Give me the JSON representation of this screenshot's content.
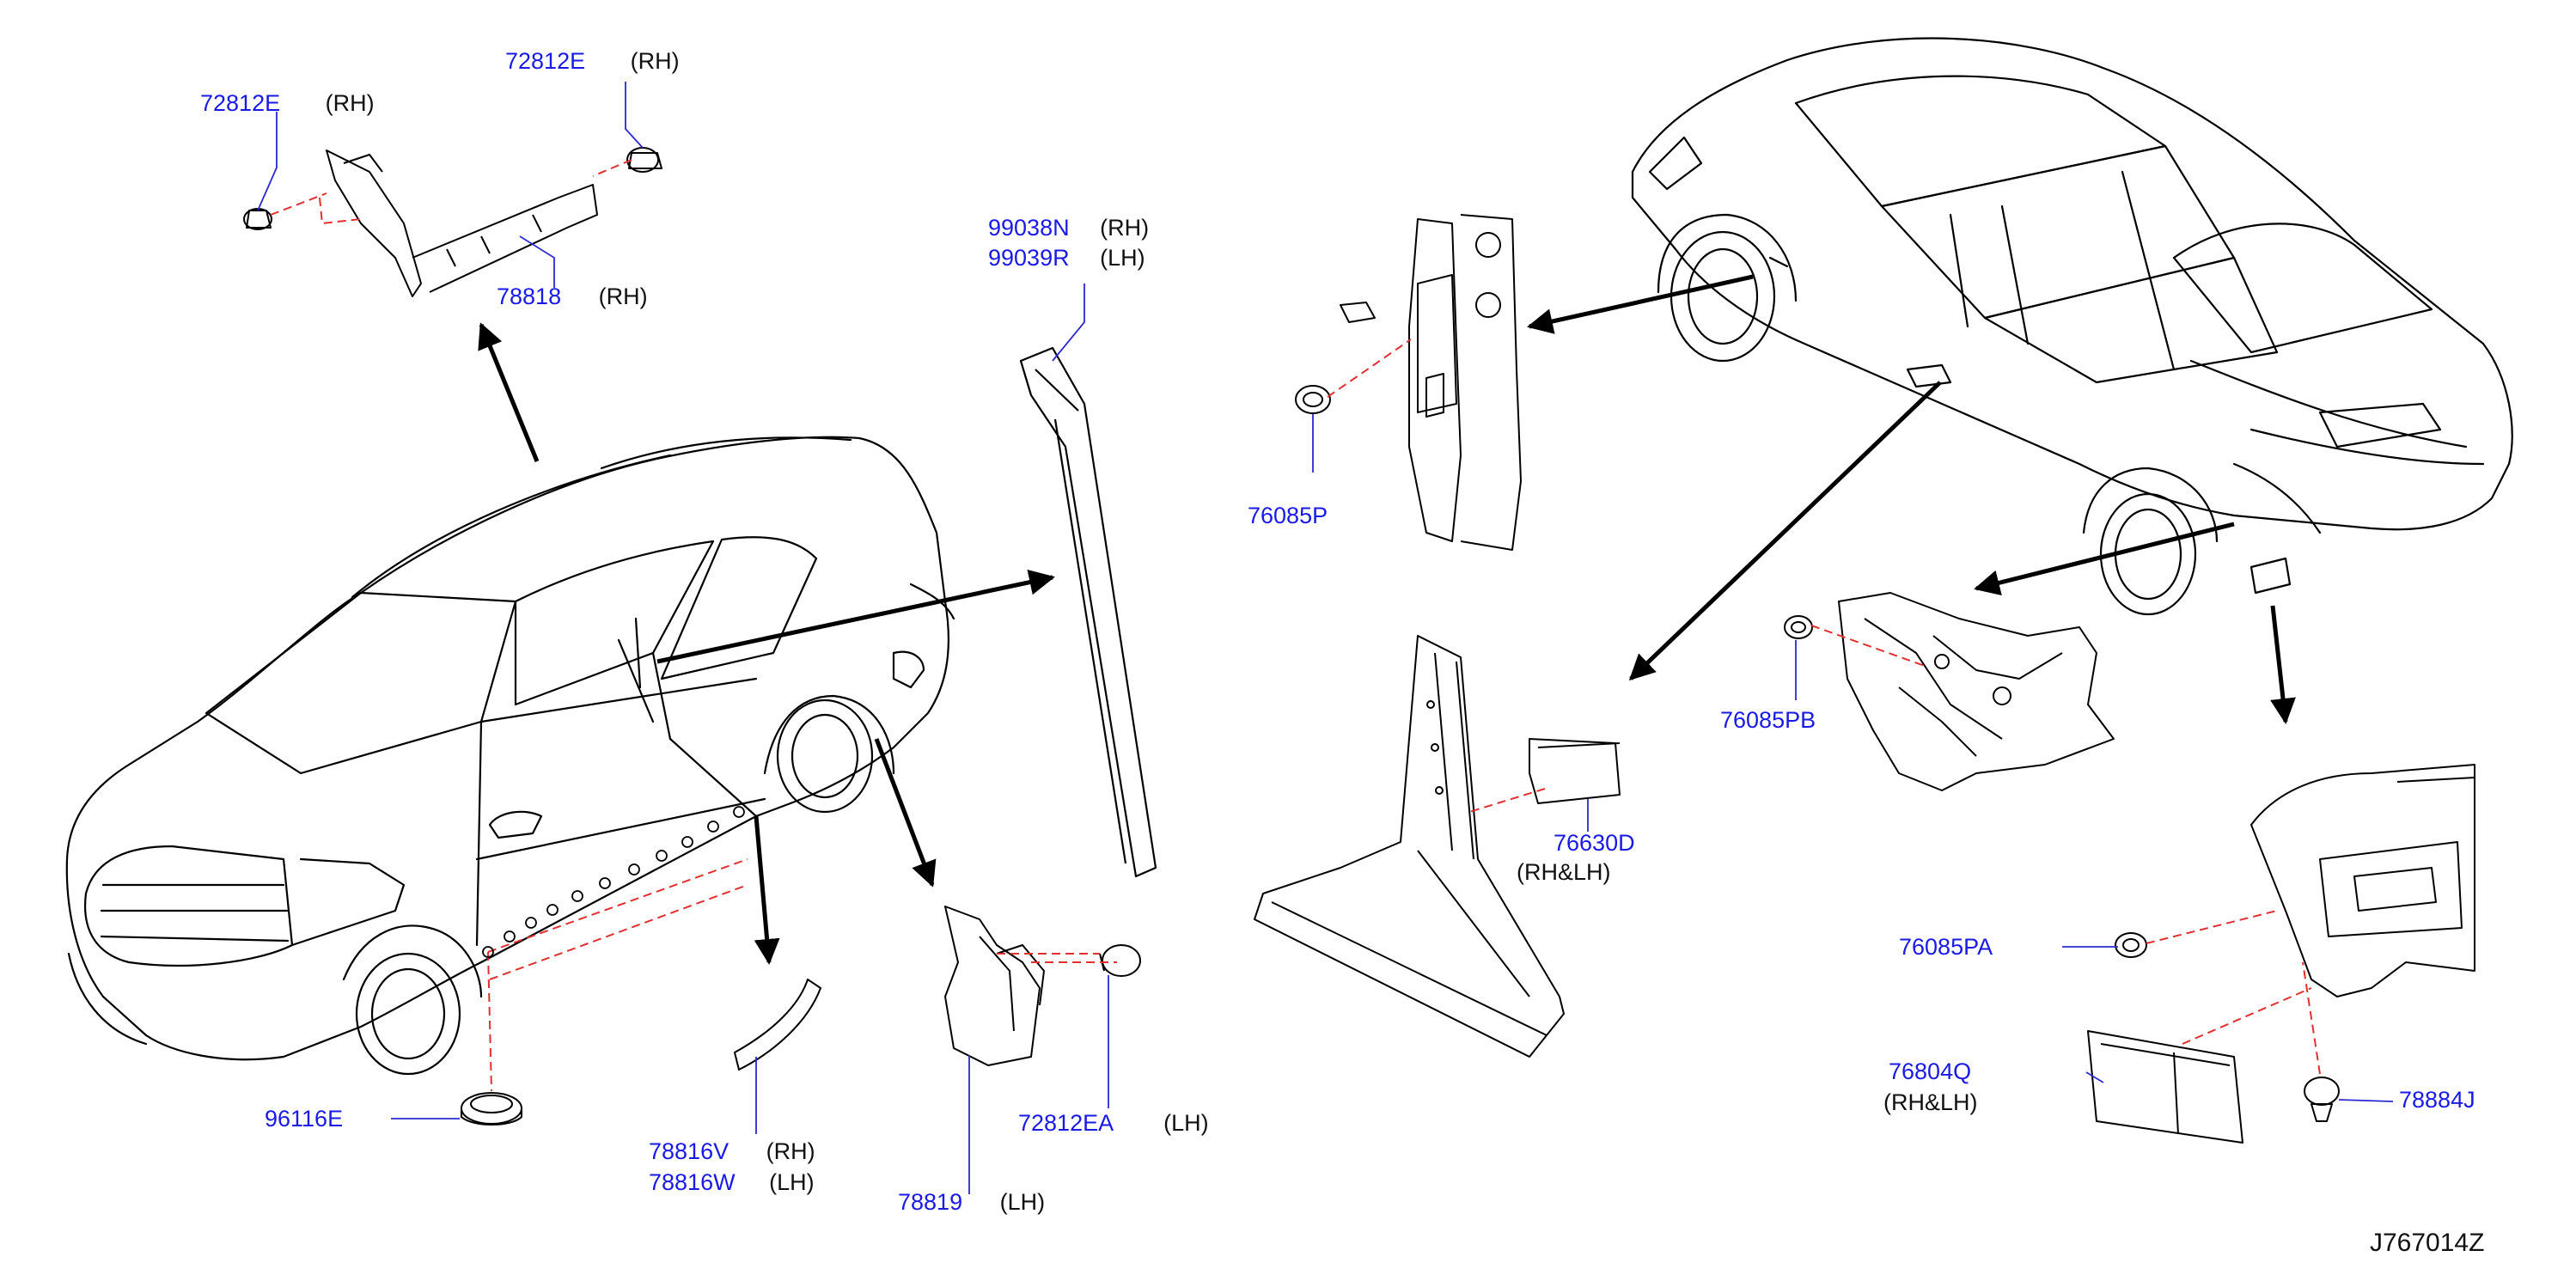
{
  "diagram_code": "J767014Z",
  "colors": {
    "part_number": "#1a1ae6",
    "side_text": "#111111",
    "leader": "#2a2ad0",
    "dash": "#e03030",
    "line": "#000000"
  },
  "labels": [
    {
      "id": "a1",
      "part": "72812E",
      "side": "(RH)"
    },
    {
      "id": "a2",
      "part": "72812E",
      "side": "(RH)"
    },
    {
      "id": "a3",
      "part": "78818",
      "side": "(RH)"
    },
    {
      "id": "b1",
      "part": "99038N",
      "side": "(RH)"
    },
    {
      "id": "b2",
      "part": "99039R",
      "side": "(LH)"
    },
    {
      "id": "c1",
      "part": "76085P",
      "side": ""
    },
    {
      "id": "d1",
      "part": "96116E",
      "side": ""
    },
    {
      "id": "e1",
      "part": "78816V",
      "side": "(RH)"
    },
    {
      "id": "e2",
      "part": "78816W",
      "side": "(LH)"
    },
    {
      "id": "f1",
      "part": "72812EA",
      "side": "(LH)"
    },
    {
      "id": "f2",
      "part": "78819",
      "side": "(LH)"
    },
    {
      "id": "g1",
      "part": "76630D",
      "side": "(RH&LH)"
    },
    {
      "id": "h1",
      "part": "76085PB",
      "side": ""
    },
    {
      "id": "i1",
      "part": "76085PA",
      "side": ""
    },
    {
      "id": "i2",
      "part": "76804Q",
      "side": "(RH&LH)"
    },
    {
      "id": "i3",
      "part": "78884J",
      "side": ""
    }
  ]
}
